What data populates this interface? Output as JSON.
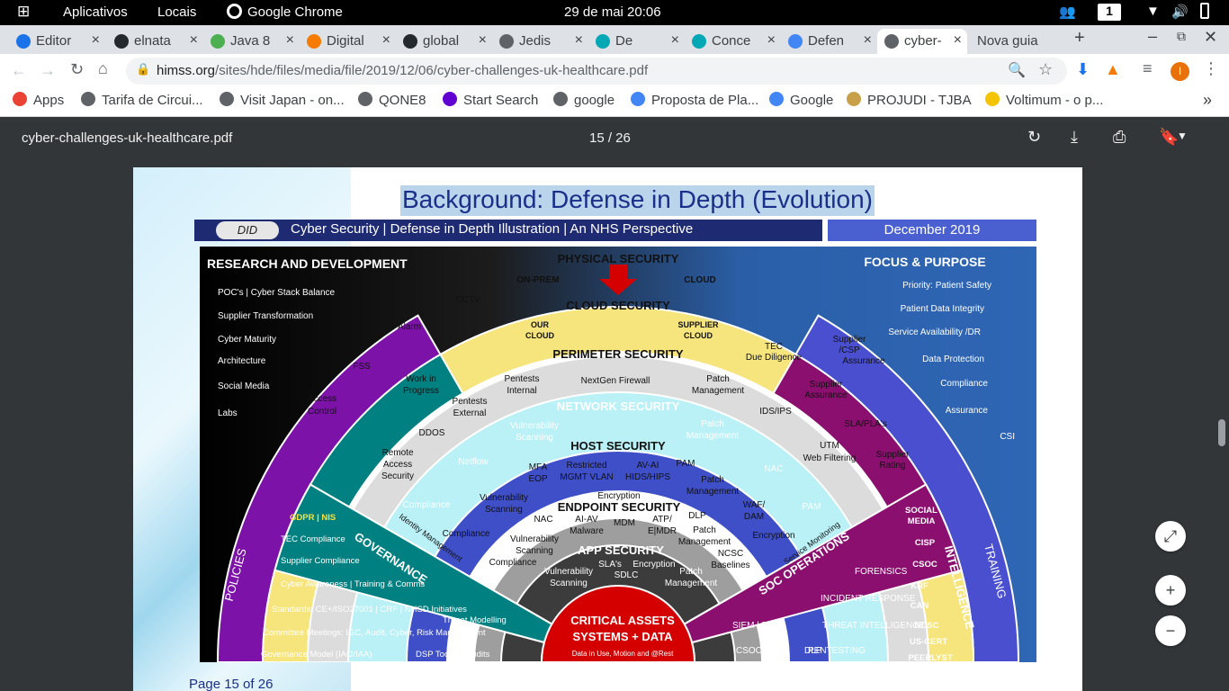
{
  "system_bar": {
    "activities": "Aplicativos",
    "places": "Locais",
    "app": "Google Chrome",
    "clock": "29 de mai  20:06",
    "workspace": "1"
  },
  "tabs": [
    {
      "title": "Editor",
      "color": "#1a73e8"
    },
    {
      "title": "elnata",
      "color": "#24292e"
    },
    {
      "title": "Java 8",
      "color": "#4caf50"
    },
    {
      "title": "Digital",
      "color": "#f57c00"
    },
    {
      "title": "global",
      "color": "#24292e"
    },
    {
      "title": "Jedis",
      "color": "#5f6368"
    },
    {
      "title": "De",
      "color": "#00a8b5"
    },
    {
      "title": "Conce",
      "color": "#00a8b5"
    },
    {
      "title": "Defen",
      "color": "#4285f4"
    },
    {
      "title": "cyber-",
      "color": "#5f6368"
    },
    {
      "title": "Nova guia",
      "color": ""
    }
  ],
  "omnibox": {
    "host": "himss.org",
    "path": "/sites/hde/files/media/file/2019/12/06/cyber-challenges-uk-healthcare.pdf",
    "avatar": "I"
  },
  "bookmarks": [
    {
      "label": "Apps",
      "color": "#ea4335"
    },
    {
      "label": "Tarifa de Circui...",
      "color": "#5f6368"
    },
    {
      "label": "Visit Japan - on...",
      "color": "#5f6368"
    },
    {
      "label": "QONE8",
      "color": "#5f6368"
    },
    {
      "label": "Start Search",
      "color": "#6001d2"
    },
    {
      "label": "google",
      "color": "#5f6368"
    },
    {
      "label": "Proposta de Pla...",
      "color": "#4285f4"
    },
    {
      "label": "Google",
      "color": "#4285f4"
    },
    {
      "label": "PROJUDI - TJBA",
      "color": "#c8a04a"
    },
    {
      "label": "Voltimum - o p...",
      "color": "#f5c400"
    }
  ],
  "pdf": {
    "filename": "cyber-challenges-uk-healthcare.pdf",
    "page_indicator": "15 / 26",
    "footer": "Page 15 of 26"
  },
  "slide": {
    "title": "Background: Defense in Depth (Evolution)",
    "badge": "DID",
    "header": "Cyber Security | Defense in Depth Illustration | An NHS Perspective",
    "date": "December 2019",
    "rd": {
      "heading": "RESEARCH AND DEVELOPMENT",
      "items": [
        "POC's   |   Cyber Stack Balance",
        "Supplier Transformation",
        "Cyber Maturity",
        "Architecture",
        "Social Media",
        "Labs"
      ]
    },
    "focus": {
      "heading": "FOCUS & PURPOSE",
      "items": [
        "Priority: Patient Safety",
        "Patient Data Integrity",
        "Service Availability /DR",
        "Data Protection",
        "Compliance",
        "Assurance",
        "CSI"
      ]
    },
    "physical": {
      "title": "PHYSICAL SECURITY",
      "on_prem": "ON-PREM",
      "cloud": "CLOUD",
      "items": [
        "CCTV",
        "Alarm",
        "FSS",
        "Access",
        "Control",
        "TEC",
        "Due Diligence",
        "Supplier",
        "/CSP",
        "Assurance",
        "Supplier",
        "Assurance",
        "SLA/PLA's",
        "Supplier",
        "Rating"
      ]
    },
    "cloud": {
      "title": "CLOUD SECURITY",
      "our1": "OUR",
      "our2": "CLOUD",
      "sup1": "SUPPLIER",
      "sup2": "CLOUD"
    },
    "perimeter": {
      "title": "PERIMETER SECURITY",
      "items": [
        "Work in",
        "Progress",
        "Pentests",
        "Internal",
        "NextGen Firewall",
        "Patch",
        "Management",
        "Pentests",
        "External",
        "IDS/IPS",
        "DDOS",
        "Remote",
        "Access",
        "Security",
        "UTM",
        "Web Filtering"
      ]
    },
    "network": {
      "title": "NETWORK SECURITY",
      "items": [
        "Vulnerability",
        "Scanning",
        "Patch",
        "Management",
        "Netflow",
        "NAC",
        "PAM",
        "Compliance"
      ]
    },
    "host": {
      "title": "HOST SECURITY",
      "items": [
        "MFA",
        "EOP",
        "Restricted",
        "MGMT VLAN",
        "AV-AI",
        "HIDS/HIPS",
        "PAM",
        "Patch",
        "Management",
        "Vulnerability",
        "Scanning",
        "Encryption",
        "WAF/",
        "DAM",
        "Compliance",
        "Encryption"
      ]
    },
    "endpoint": {
      "title": "ENDPOINT SECURITY",
      "items": [
        "NAC",
        "AI-AV",
        "Malware",
        "MDM",
        "ATP/",
        "E|MDR",
        "DLP",
        "Patch",
        "Management",
        "Vulnerability",
        "Scanning",
        "Compliance",
        "NCSC",
        "Baselines"
      ]
    },
    "app": {
      "title": "APP SECURITY",
      "items": [
        "SLA's",
        "SDLC",
        "Encryption",
        "Vulnerability",
        "Scanning",
        "Patch",
        "Management"
      ]
    },
    "core": {
      "line1": "CRITICAL ASSETS",
      "line2": "SYSTEMS + DATA",
      "sub": "Data in Use, Motion and @Rest"
    },
    "governance": {
      "title": "GOVERNANCE",
      "items": [
        "GDPR  |  NIS",
        "TEC Compliance",
        "Supplier Compliance",
        "Cyber Awareness  |  Training & Comms",
        "Standards: CE+/ISO27001  |  CRF  |  NHSD Initiatives",
        "Threat Modelling",
        "Committee Meetings: IGC, Audit, Cyber, Risk Management",
        "Governance Model (IAO/IAA)",
        "DSP Toolkit  |  Audits"
      ]
    },
    "soc": {
      "title": "SOC OPERATIONS",
      "items": [
        "FORENSICS",
        "INCIDENT RESPONSE",
        "SIEM    |    EDR  |",
        "THREAT INTELLIGENCE",
        "CSOC/ATP",
        "DLP",
        "PENTESTING"
      ]
    },
    "intelligence": {
      "title": "INTELLIGENCE",
      "items": [
        "SOCIAL",
        "MEDIA",
        "CISP",
        "CSOC",
        "KRF",
        "CAN",
        "NCSC",
        "US-CERT",
        "PEERLYST"
      ]
    },
    "policies": "POLICIES",
    "training": "TRAINING",
    "identity": "Identity Management",
    "service_monitoring": "Service Monitoring"
  }
}
